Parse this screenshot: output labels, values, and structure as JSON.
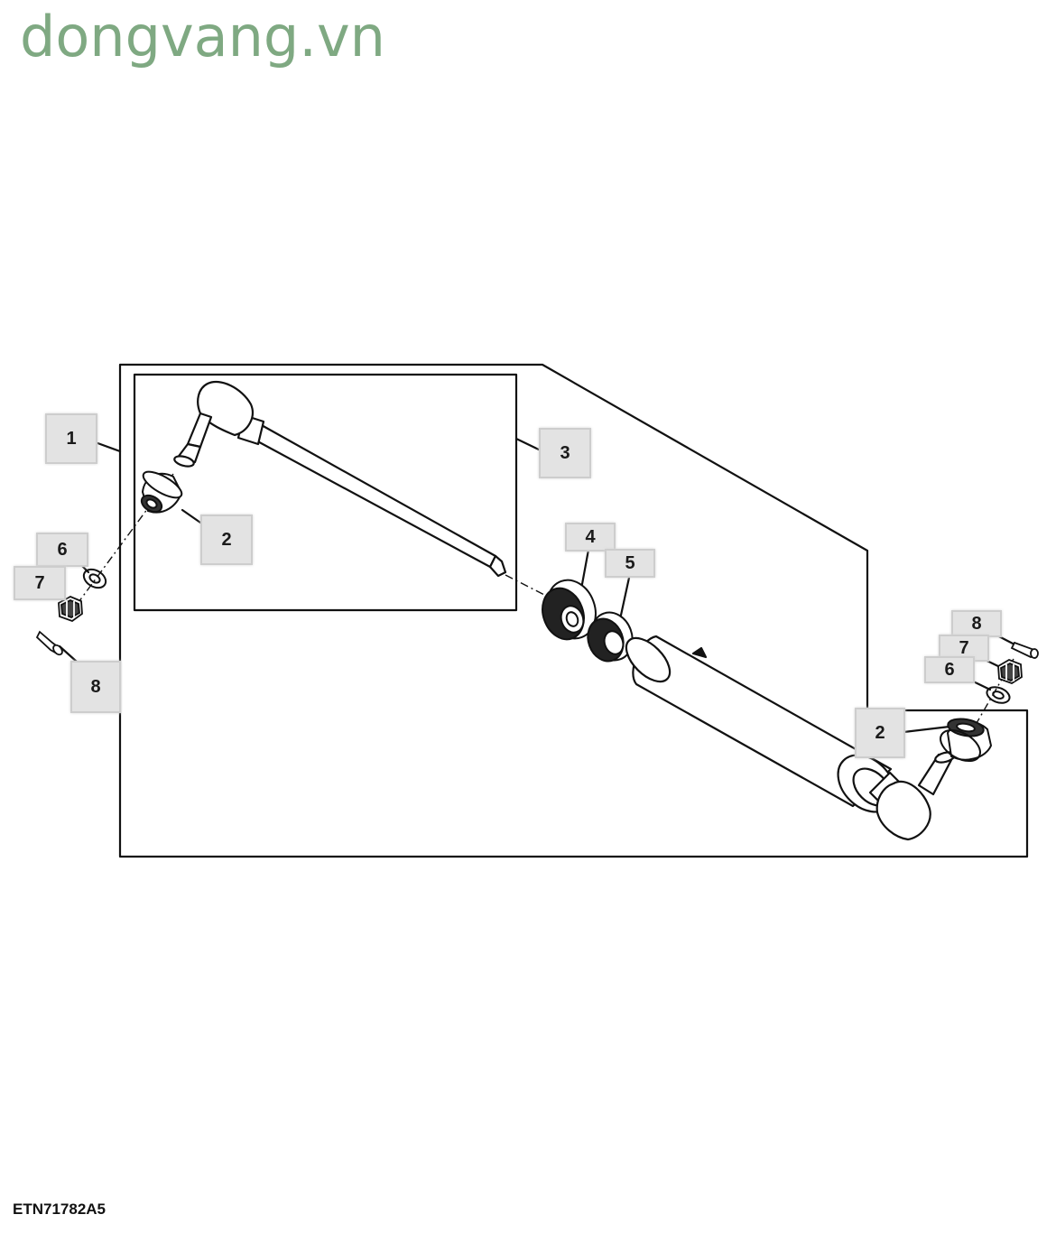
{
  "watermark": "dongvang.vn",
  "figure_id": "ETN71782A5",
  "callouts": [
    "1",
    "2",
    "3",
    "6",
    "7",
    "8",
    "4",
    "5",
    "8",
    "7",
    "6",
    "2"
  ],
  "colors": {
    "line": "#111111",
    "callout_fill": "#e3e3e3",
    "watermark": "#7fa982"
  }
}
